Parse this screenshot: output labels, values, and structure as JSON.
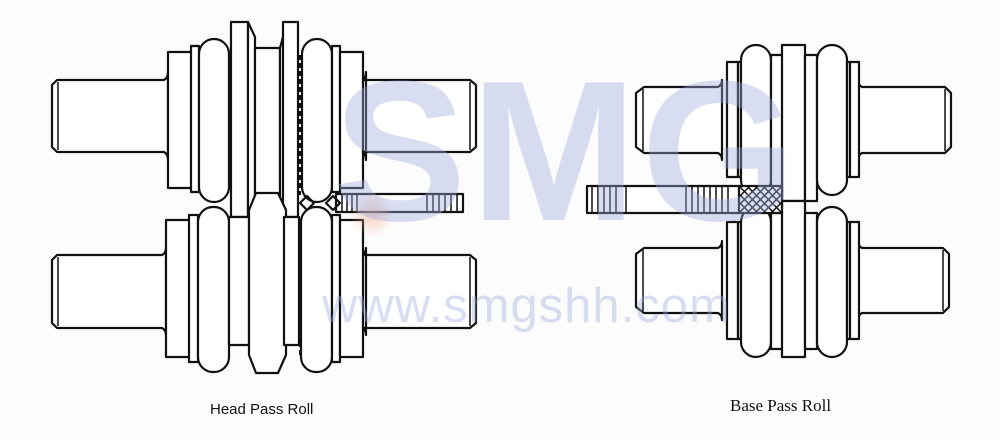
{
  "diagram": {
    "type": "rolling mill roll pass illustration",
    "panels": [
      {
        "id": "head-pass",
        "caption": "Head Pass Roll",
        "rolls": 2,
        "workpiece_side": "right"
      },
      {
        "id": "base-pass",
        "caption": "Base Pass Roll",
        "rolls": 2,
        "workpiece_side": "left"
      }
    ]
  },
  "watermark": {
    "logo": "SMG",
    "url": "www.smgshh.com",
    "color": "#a0aadc"
  },
  "colors": {
    "line": "#111111",
    "background": "#fcfcfc"
  }
}
